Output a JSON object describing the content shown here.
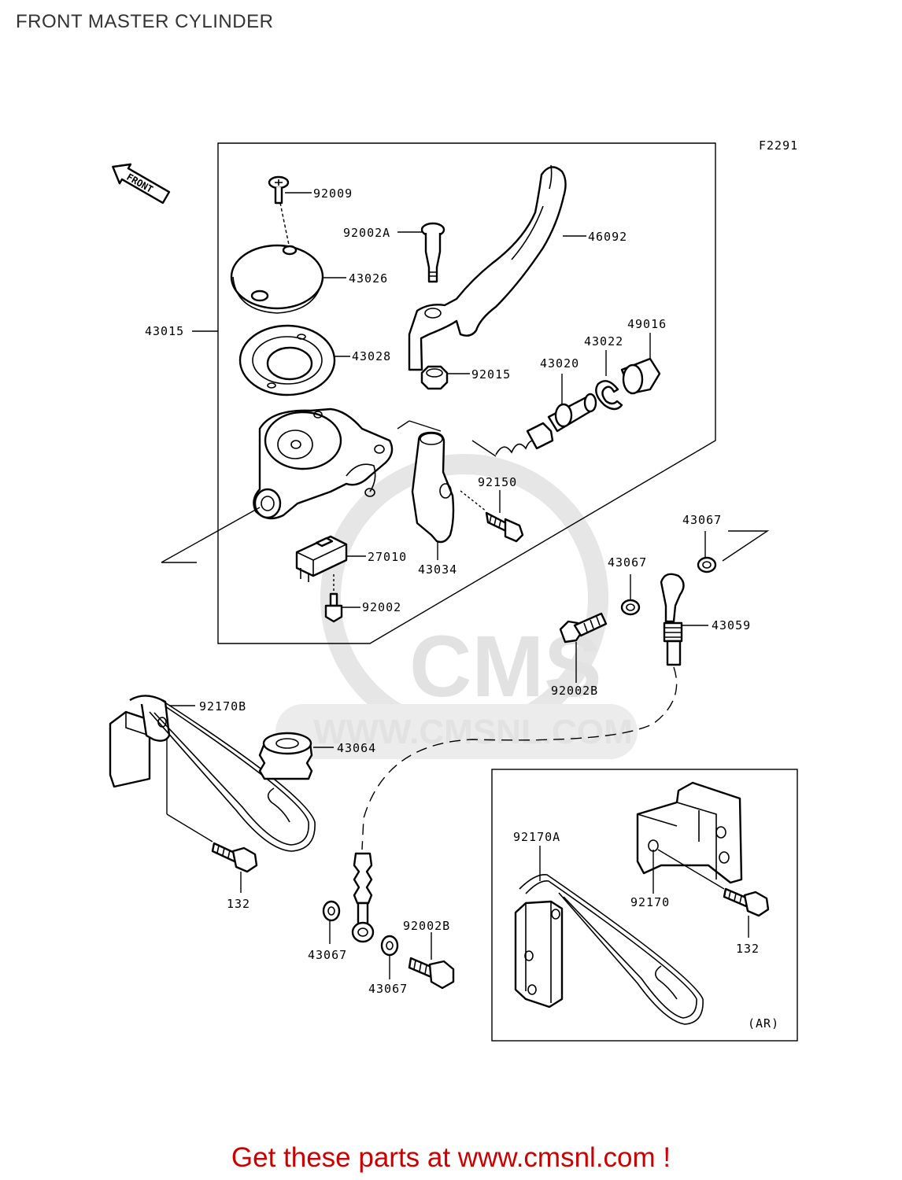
{
  "page": {
    "title": "FRONT MASTER CYLINDER",
    "call_to_action": "Get these parts at www.cmsnl.com !"
  },
  "diagram": {
    "figure_code": "F2291",
    "front_marker": "FRONT",
    "alt_variant_label": "(AR)",
    "watermark": {
      "logo_text": "CMS",
      "url_text": "WWW.CMSNL.COM"
    },
    "callouts": {
      "c92009": "92009",
      "c92002A": "92002A",
      "c46092": "46092",
      "c43026": "43026",
      "c43015": "43015",
      "c43028": "43028",
      "c49016": "49016",
      "c43022": "43022",
      "c43020": "43020",
      "c92015": "92015",
      "c92150": "92150",
      "c27010": "27010",
      "c43034": "43034",
      "c92002": "92002",
      "c43067_a": "43067",
      "c43067_b": "43067",
      "c43059": "43059",
      "c92002B_a": "92002B",
      "c92170B": "92170B",
      "c43064": "43064",
      "c132_a": "132",
      "c43067_c": "43067",
      "c92002B_b": "92002B",
      "c43067_d": "43067",
      "c92170A": "92170A",
      "c92170": "92170",
      "c132_b": "132"
    }
  }
}
